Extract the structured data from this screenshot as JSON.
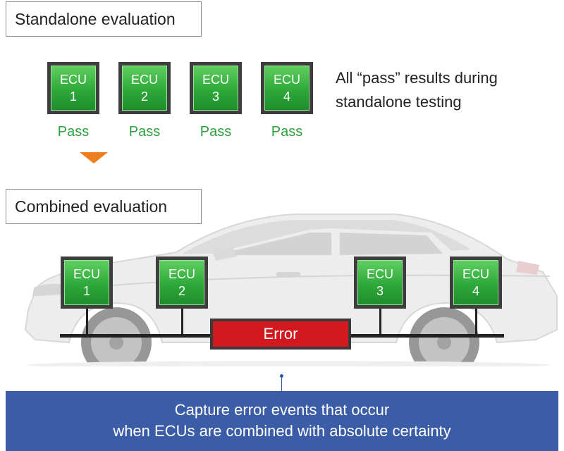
{
  "standalone": {
    "title": "Standalone evaluation",
    "ecus": [
      {
        "name": "ECU",
        "num": "1",
        "result": "Pass"
      },
      {
        "name": "ECU",
        "num": "2",
        "result": "Pass"
      },
      {
        "name": "ECU",
        "num": "3",
        "result": "Pass"
      },
      {
        "name": "ECU",
        "num": "4",
        "result": "Pass"
      }
    ],
    "note": "All “pass” results during standalone testing"
  },
  "combined": {
    "title": "Combined evaluation",
    "ecus": [
      {
        "name": "ECU",
        "num": "1"
      },
      {
        "name": "ECU",
        "num": "2"
      },
      {
        "name": "ECU",
        "num": "3"
      },
      {
        "name": "ECU",
        "num": "4"
      }
    ],
    "error_label": "Error"
  },
  "banner": {
    "line1": "Capture error events that occur",
    "line2": "when ECUs are combined with absolute certainty"
  },
  "colors": {
    "pass_green": "#2e9f3d",
    "ecu_green": "#2ea83a",
    "error_red": "#d2191f",
    "arrow_orange": "#ee7f1e",
    "banner_blue": "#3b5da8"
  }
}
